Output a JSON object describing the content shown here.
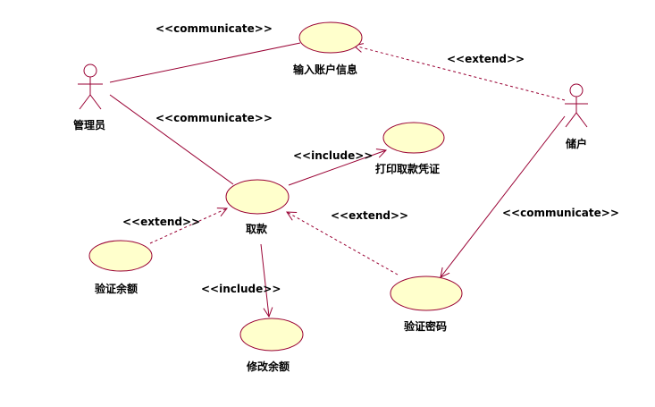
{
  "actors": {
    "admin": "管理员",
    "depositor": "储户"
  },
  "use_cases": {
    "input_account": "输入账户信息",
    "withdraw": "取款",
    "print_receipt": "打印取款凭证",
    "verify_balance": "验证余额",
    "modify_balance": "修改余额",
    "verify_password": "验证密码"
  },
  "relations": {
    "admin_input": "<<communicate>>",
    "admin_withdraw": "<<communicate>>",
    "depositor_input": "<<extend>>",
    "depositor_password": "<<communicate>>",
    "withdraw_print": "<<include>>",
    "balance_withdraw": "<<extend>>",
    "withdraw_modify": "<<include>>",
    "password_withdraw": "<<extend>>"
  },
  "colors": {
    "line": "#990033",
    "use_case_fill": "#ffffcc"
  }
}
